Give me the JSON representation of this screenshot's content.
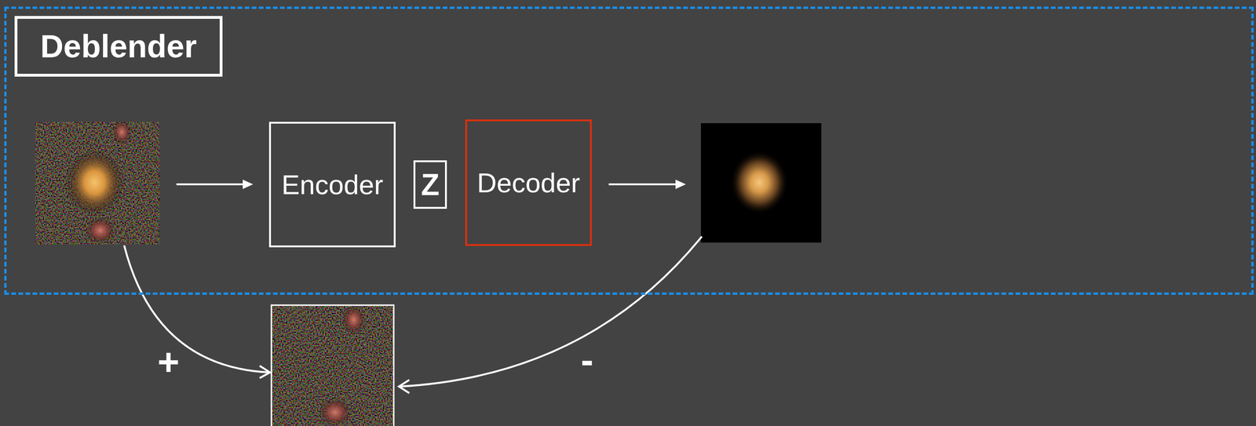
{
  "diagram": {
    "nodes": [
      {
        "text": [
          "Deblender"
        ]
      },
      {
        "text": [
          "Encoder"
        ],
        "in": 0
      },
      {
        "text": [
          "Z"
        ],
        "in": 0
      },
      {
        "text": [
          "Decoder"
        ],
        "in": 0
      }
    ],
    "labels": [
      "+",
      "-"
    ]
  }
}
